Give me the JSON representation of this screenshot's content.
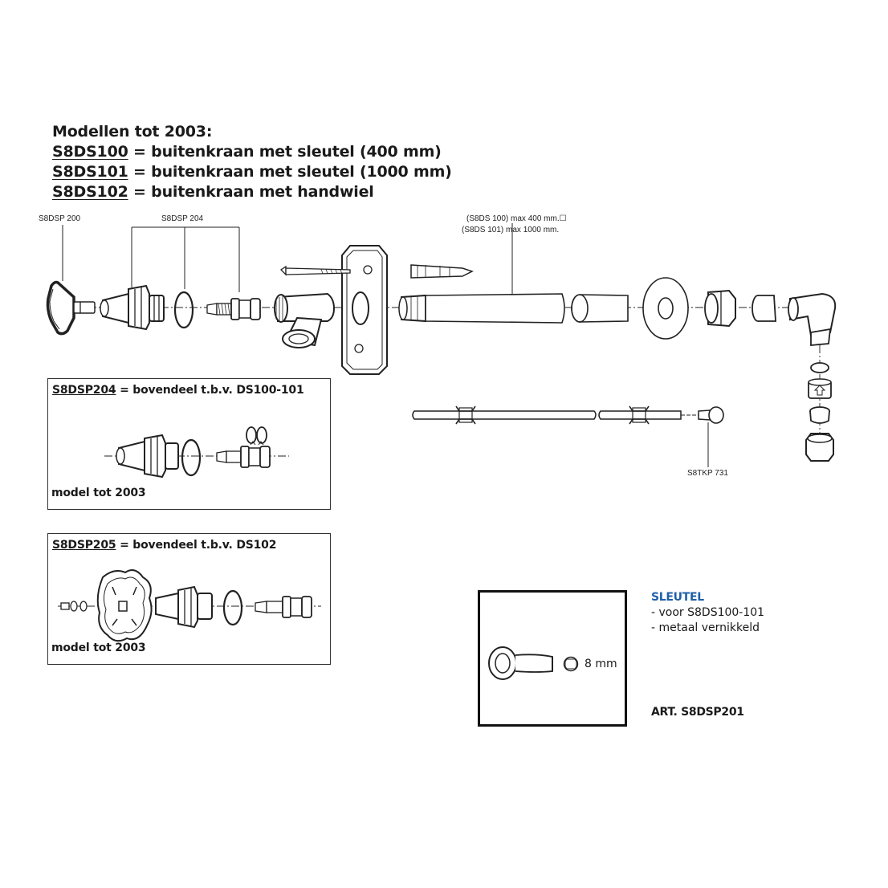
{
  "heading": {
    "intro": "Modellen tot 2003:",
    "models": [
      {
        "code": "S8DS100",
        "desc": " = buitenkraan met sleutel (400 mm)"
      },
      {
        "code": "S8DS101",
        "desc": " = buitenkraan met sleutel (1000 mm)"
      },
      {
        "code": "S8DS102",
        "desc": " = buitenkraan met handwiel"
      }
    ]
  },
  "callouts": {
    "key": "S8DSP 200",
    "top_part": "S8DSP 204",
    "pipe_len_1": "(S8DS 100) max 400 mm.☐",
    "pipe_len_2": "(S8DS 101) max 1000 mm.",
    "rod_end": "S8TKP 731"
  },
  "box_204": {
    "code": "S8DSP204",
    "desc": " = bovendeel t.b.v. DS100-101",
    "footer": "model tot 2003"
  },
  "box_205": {
    "code": "S8DSP205",
    "desc": " = bovendeel t.b.v. DS102",
    "footer": "model tot 2003"
  },
  "key_detail": {
    "size": "8 mm"
  },
  "sleutel": {
    "title": "SLEUTEL",
    "lines": [
      "-  voor S8DS100-101",
      "-  metaal vernikkeld"
    ],
    "article": "ART. S8DSP201"
  },
  "colors": {
    "accent": "#1f5fa8",
    "ink": "#1a1a1a"
  }
}
